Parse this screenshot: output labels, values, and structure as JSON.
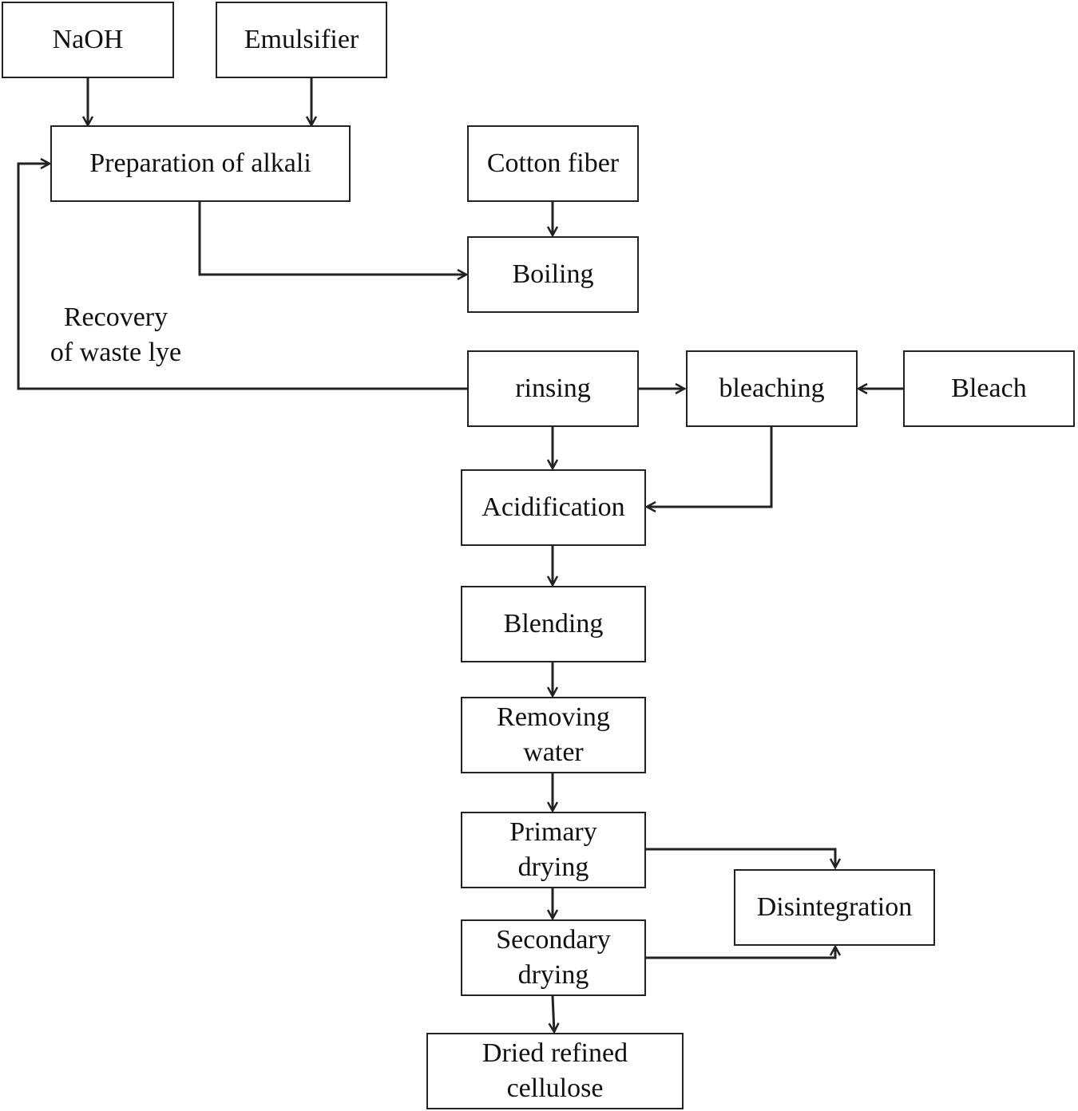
{
  "nodes": {
    "naoh": "NaOH",
    "emulsifier": "Emulsifier",
    "preparation_of_alkali": "Preparation of alkali",
    "cotton_fiber": "Cotton fiber",
    "boiling": "Boiling",
    "rinsing": "rinsing",
    "bleaching": "bleaching",
    "bleach": "Bleach",
    "acidification": "Acidification",
    "blending": "Blending",
    "removing_water": [
      "Removing",
      "water"
    ],
    "primary_drying": [
      "Primary",
      "drying"
    ],
    "secondary_drying": [
      "Secondary",
      "drying"
    ],
    "disintegration": "Disintegration",
    "dried_refined_cellulose": [
      "Dried refined",
      "cellulose"
    ]
  },
  "edge_labels": {
    "recovery_of_waste_lye": [
      "Recovery",
      "of waste lye"
    ]
  }
}
